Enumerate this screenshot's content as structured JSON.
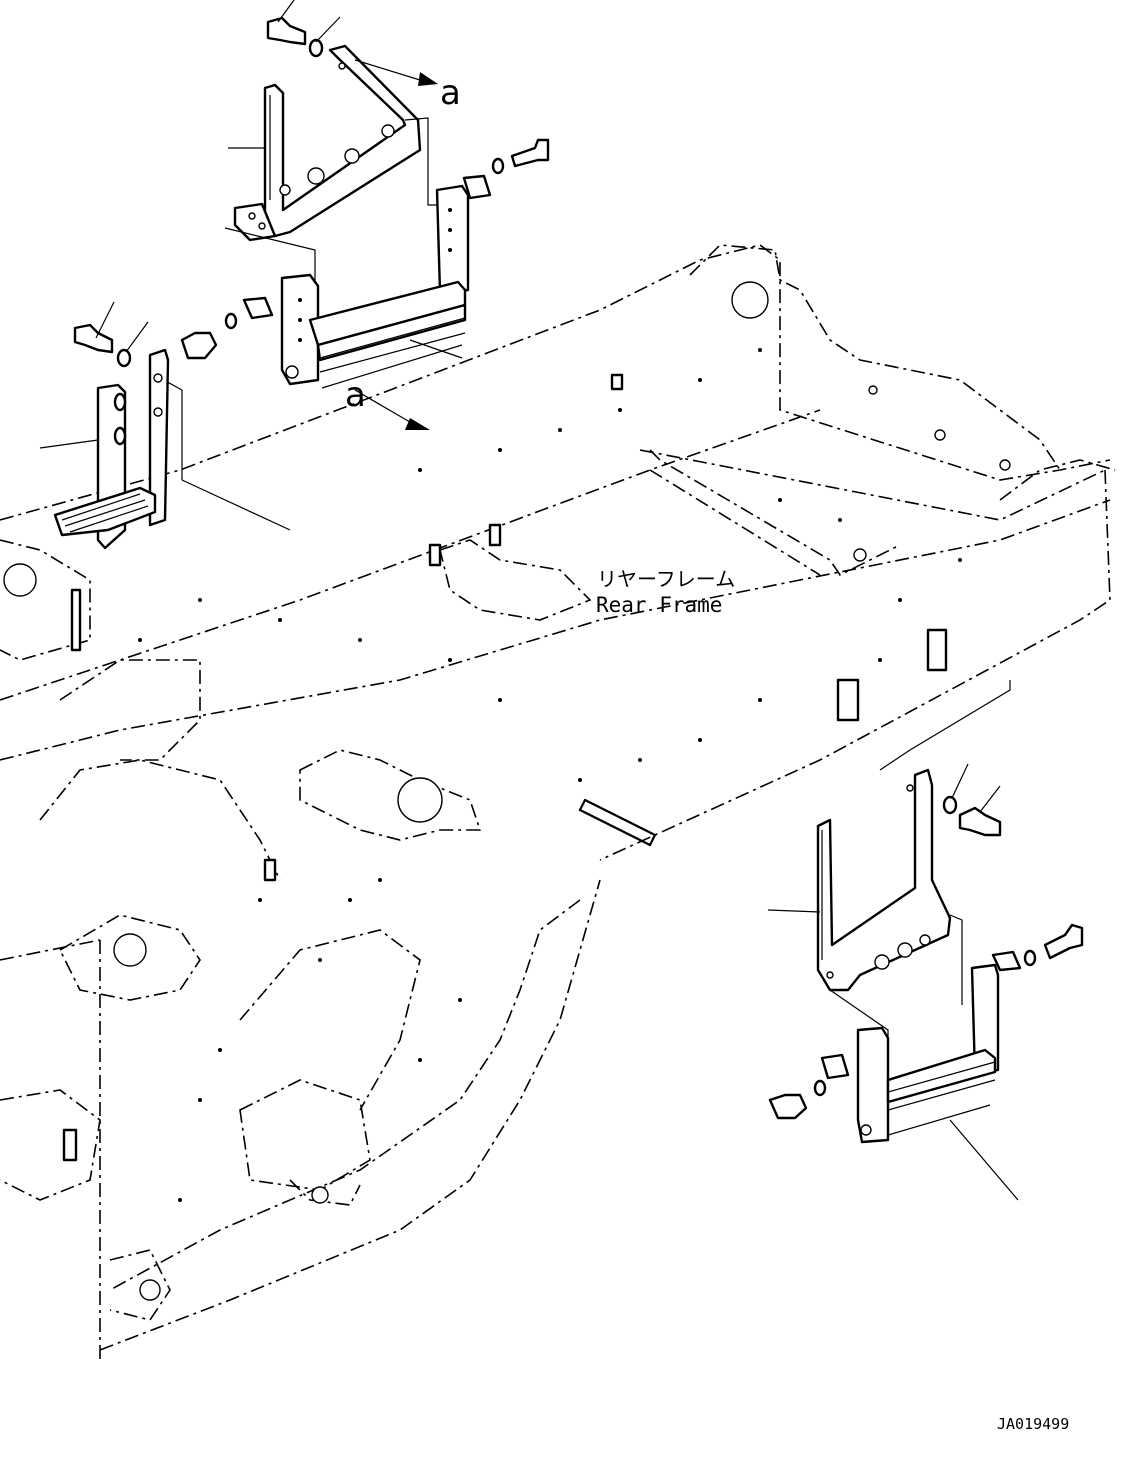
{
  "frame_label_jp": "リヤーフレーム",
  "frame_label_en": "Rear Frame",
  "view_marker_top": "a",
  "view_marker_mid": "a",
  "drawing_number": "JA019499"
}
